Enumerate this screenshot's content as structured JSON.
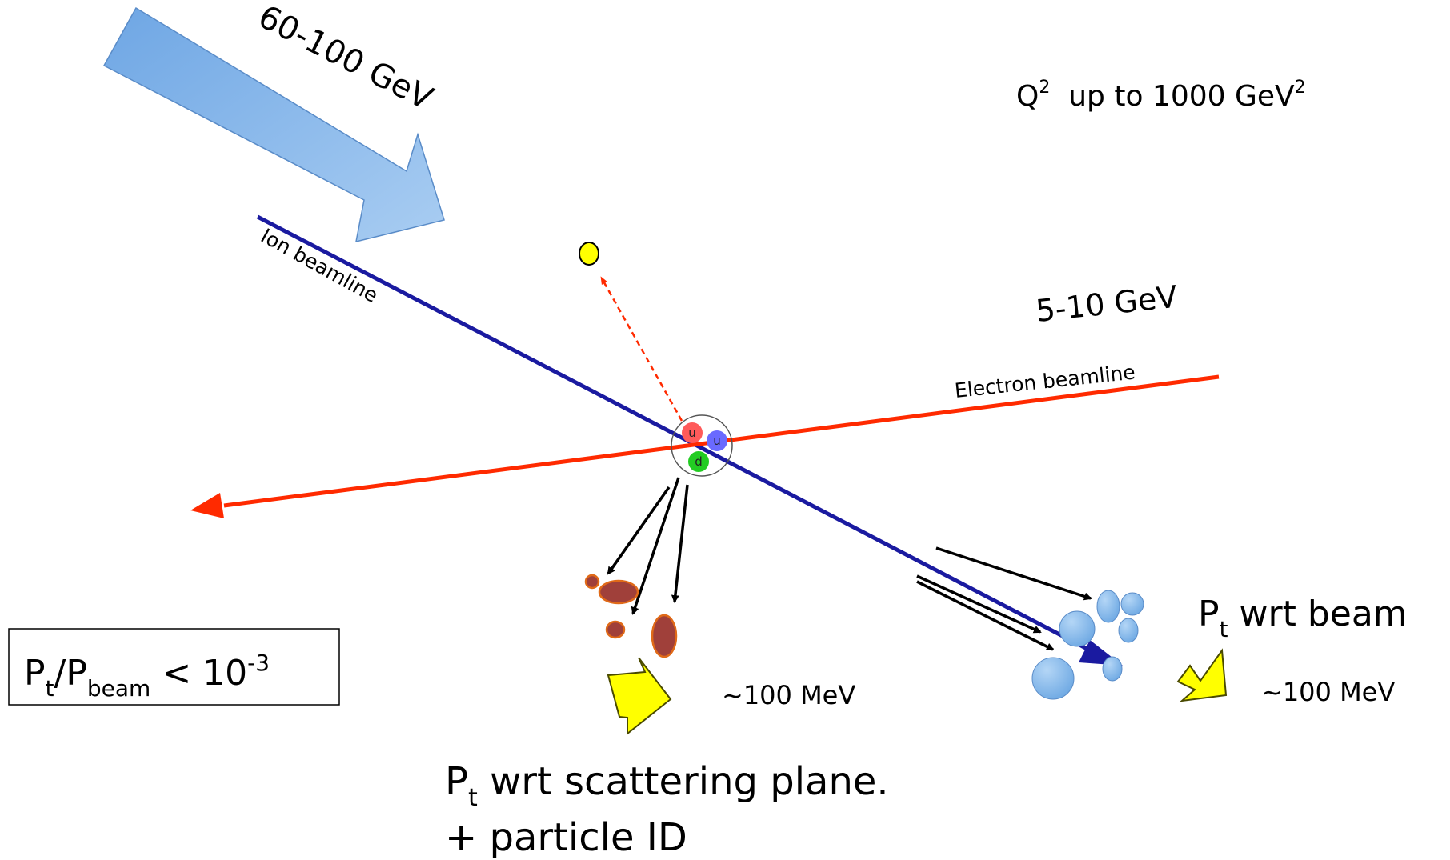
{
  "labels": {
    "ion_energy": "60-100 GeV",
    "q2_prefix": "Q",
    "q2_exp": "2",
    "q2_middle": "  up to 1000 GeV",
    "q2_unit_exp": "2",
    "ion_beamline": "Ion beamline",
    "electron_energy": "5-10 GeV",
    "electron_beamline": "Electron beamline",
    "ratio_p1": "P",
    "ratio_sub1": "t",
    "ratio_slash": "/P",
    "ratio_sub2": "beam",
    "ratio_lt": " < 10",
    "ratio_exp": "-3",
    "scatter_energy": "~100 MeV",
    "beam_energy": "~100 MeV",
    "pt_beam_p": "P",
    "pt_beam_sub": "t",
    "pt_beam_rest": " wrt beam",
    "pt_scatter_p": "P",
    "pt_scatter_sub": "t",
    "pt_scatter_rest": " wrt scattering plane.",
    "particle_id": "+ particle ID"
  },
  "quarks": [
    "u",
    "u",
    "d"
  ],
  "colors": {
    "ion_beam": "#1a1aa0",
    "electron_beam": "#ff2a00",
    "big_arrow": "#8fbce8",
    "yellow": "#ffff00",
    "hadron_fill": "#a0403a",
    "hadron_stroke": "#e06a18",
    "blob_fill": "#7fb6ea",
    "quark_u1": "#ff5a5a",
    "quark_u2": "#6a6aff",
    "quark_d": "#22cc22"
  }
}
